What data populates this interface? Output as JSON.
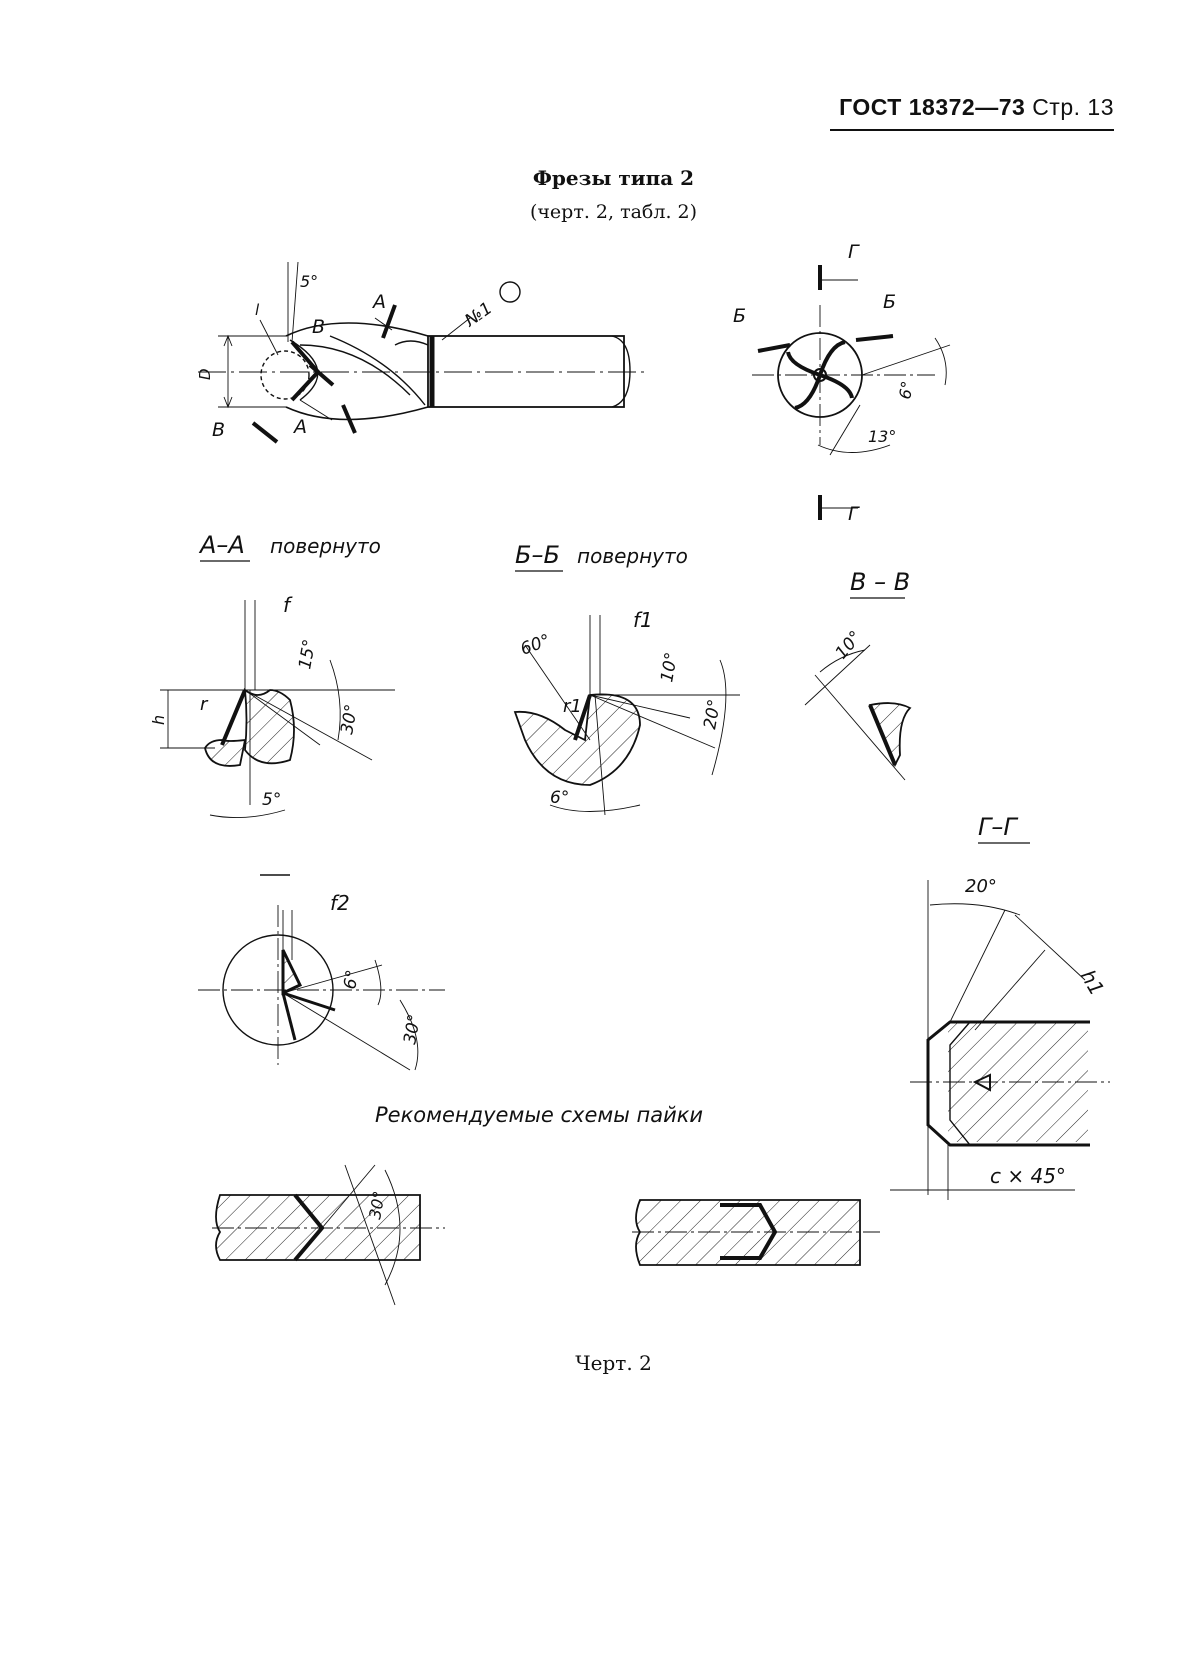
{
  "header": {
    "code": "ГОСТ 18372—73",
    "page": "Стр. 13"
  },
  "title": "Фрезы типа 2",
  "subtitle": "(черт. 2, табл. 2)",
  "labels": {
    "a": "А",
    "b": "Б",
    "v": "В",
    "g": "Г",
    "d": "D",
    "l": "l",
    "ang5": "5°",
    "no1": "№1",
    "ang6": "6°",
    "ang13": "13°",
    "sec_aa": "А–А",
    "sec_aa_note": "повернуто",
    "sec_bb": "Б–Б",
    "sec_bb_note": "повернуто",
    "sec_vv": "В – В",
    "f": "f",
    "f1": "f1",
    "f2": "f2",
    "r": "r",
    "r1": "r1",
    "h": "h",
    "h1": "h1",
    "ang15": "15°",
    "ang30": "30°",
    "ang5b": "5°",
    "ang60": "60°",
    "ang10": "10°",
    "ang20": "20°",
    "ang6b": "6°",
    "ang10b": "10°",
    "sec_gg": "Г–Г",
    "ang20b": "20°",
    "chamfer": "c × 45°",
    "ang6c": "6°",
    "ang30b": "30°",
    "solder_title": "Рекомендуемые схемы пайки",
    "ang30c": "30°"
  },
  "caption": "Черт. 2"
}
